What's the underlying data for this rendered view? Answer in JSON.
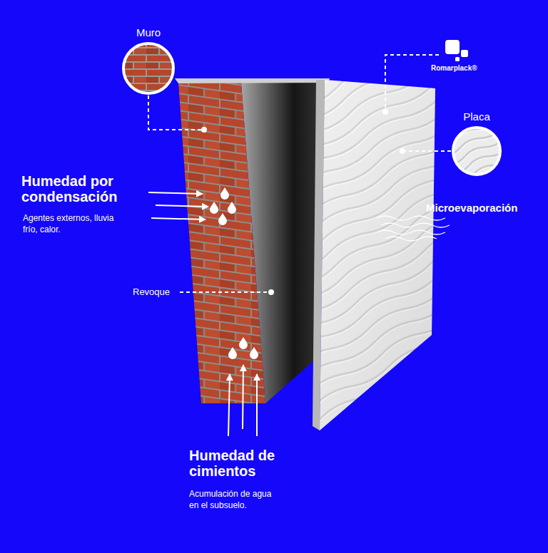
{
  "diagram": {
    "nodes": [
      {
        "text": [
          "Muro"
        ]
      },
      {
        "text": [
          "Placa"
        ]
      }
    ],
    "labels": [
      "Romarplack®",
      "Humedad por condensación",
      "Agentes externos, lluvia frío, calor.",
      "Microevaporación",
      "Revoque",
      "Humedad de cimientos",
      "Acumulación de agua en el subsuelo."
    ]
  }
}
